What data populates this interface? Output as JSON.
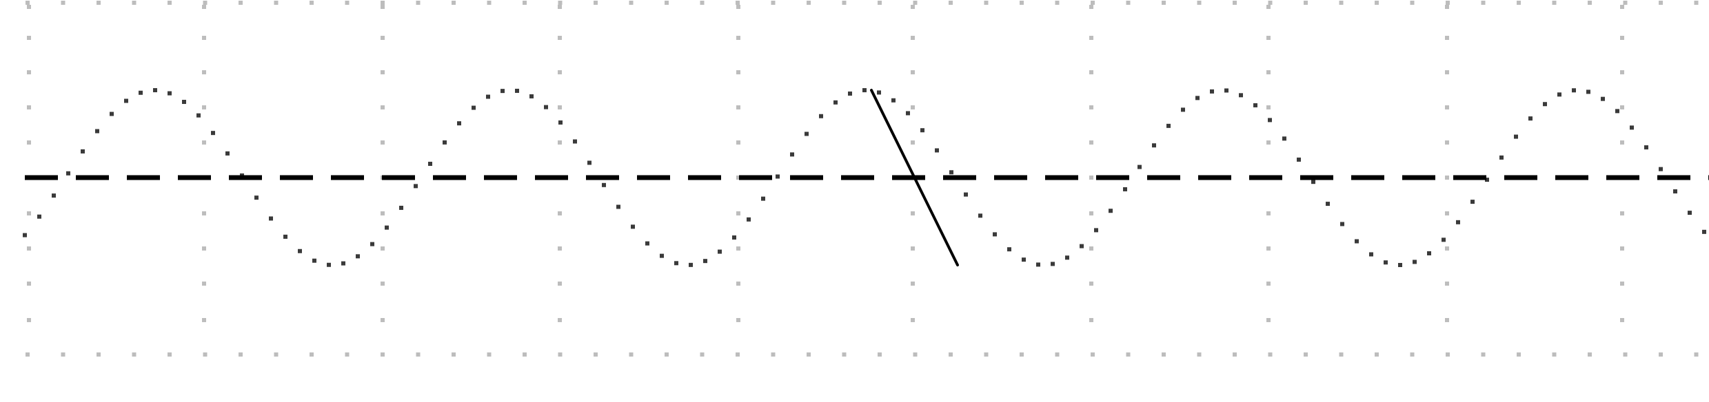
{
  "diagram": {
    "kind": "sine-wave-sketch",
    "wave": {
      "cycles_visible": 5,
      "amplitude": 1,
      "dotted": true
    },
    "baseline": {
      "style": "dashed",
      "value": 0
    },
    "tangent": {
      "style": "solid",
      "from": {
        "y": 1
      },
      "to": {
        "y": -1
      }
    },
    "grid": {
      "style": "dotted",
      "color": "#bdbdbd"
    },
    "colors": {
      "background": "#ffffff",
      "ink": "#000000",
      "wave_dots": "#3a3a3a"
    }
  }
}
